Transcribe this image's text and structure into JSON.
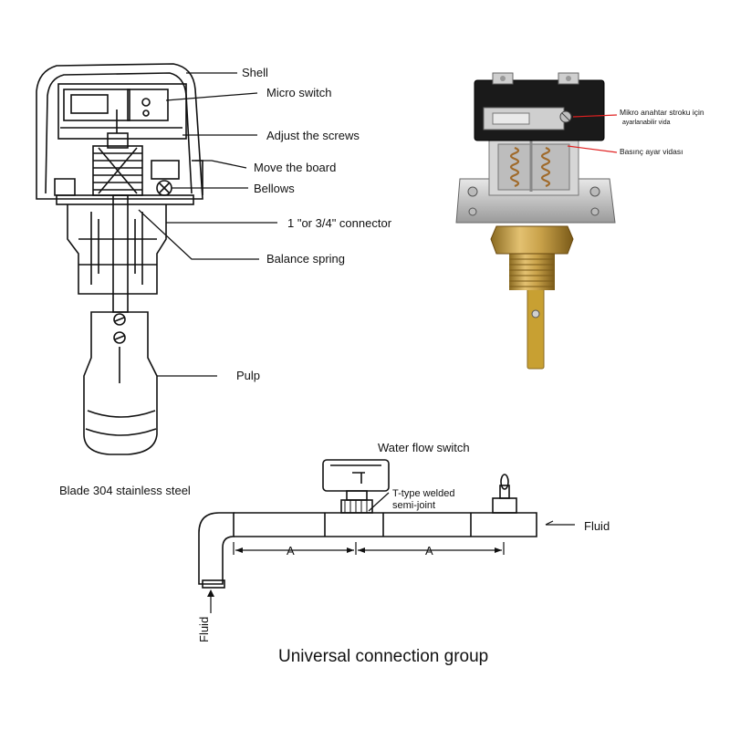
{
  "exploded_diagram": {
    "labels": {
      "shell": "Shell",
      "micro_switch": "Micro switch",
      "adjust_screws": "Adjust the screws",
      "move_board": "Move the board",
      "bellows": "Bellows",
      "connector": "1 \"or 3/4\" connector",
      "balance_spring": "Balance spring",
      "pulp": "Pulp",
      "blade": "Blade 304 stainless steel"
    }
  },
  "photo": {
    "labels": {
      "micro_stroke_line1": "Mikro anahtar stroku için",
      "micro_stroke_line2": "ayarlanabilir vida",
      "pressure_screw": "Basınç ayar vidası"
    },
    "colors": {
      "callout": "#e02020",
      "brass": "#c9a24a",
      "body": "#1a1a1a"
    }
  },
  "piping": {
    "water_flow_switch": "Water flow switch",
    "t_joint_line1": "T-type welded",
    "t_joint_line2": "semi-joint",
    "fluid_out": "Fluid",
    "fluid_in": "Fluid",
    "dimension_a": "A",
    "dimension_a2": "A",
    "title": "Universal connection group"
  }
}
